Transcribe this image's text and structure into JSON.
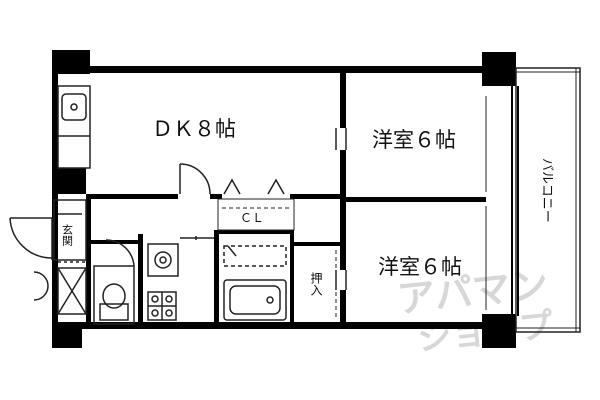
{
  "rooms": {
    "dk": "ＤＫ８帖",
    "western_top": "洋室６帖",
    "western_bottom": "洋室６帖",
    "closet": "ＣＬ",
    "oshiire": "押入",
    "genkan": "玄関",
    "balcony": "バルコニー"
  },
  "watermark": {
    "line1": "アパマン",
    "line2": "ショップ"
  },
  "colors": {
    "wall": "#000000",
    "line": "#222222",
    "watermark": "#d7d7d7"
  }
}
